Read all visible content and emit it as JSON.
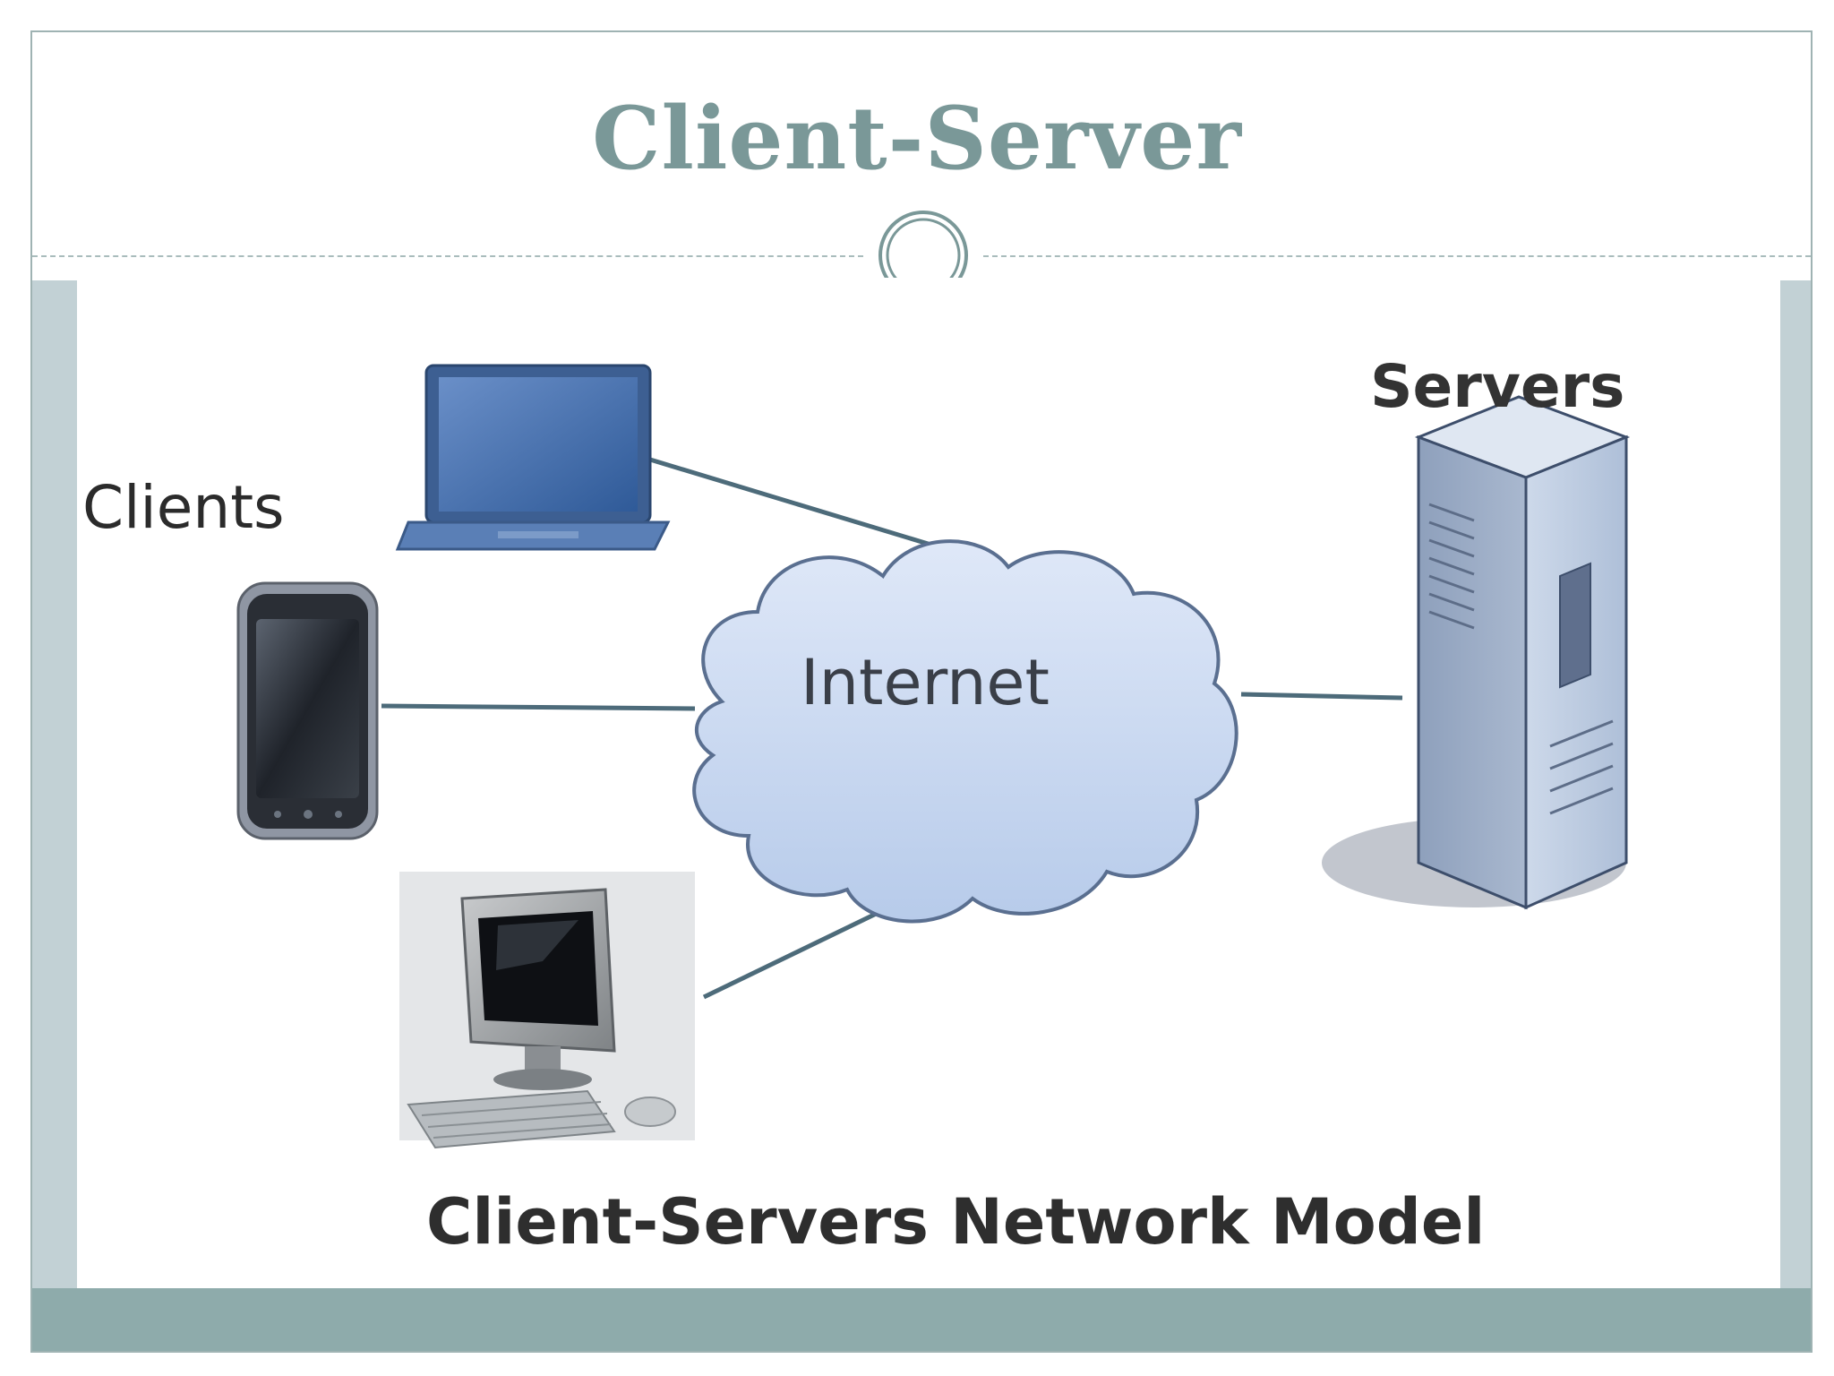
{
  "slide": {
    "title": "Client-Server"
  },
  "diagram": {
    "clients_label": "Clients",
    "servers_label": "Servers",
    "network_label": "Internet",
    "caption": "Client-Servers Network Model",
    "nodes": [
      {
        "name": "laptop",
        "icon": "laptop-icon"
      },
      {
        "name": "smartphone",
        "icon": "smartphone-icon"
      },
      {
        "name": "desktop",
        "icon": "desktop-computer-icon"
      },
      {
        "name": "internet",
        "icon": "cloud-icon"
      },
      {
        "name": "server",
        "icon": "server-tower-icon"
      }
    ],
    "colors": {
      "cloud_fill": "#c8d8f2",
      "link_line": "#4d6b7a",
      "title": "#7a9898",
      "footer_band": "#8eabab"
    }
  }
}
